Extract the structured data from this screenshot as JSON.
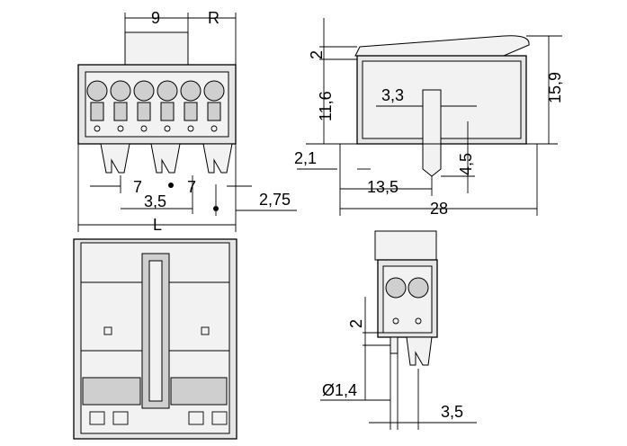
{
  "dimensions": {
    "front_pitch": "9",
    "front_r": "R",
    "front_left_7": "7",
    "front_3_5": "3,5",
    "front_right_7": "7",
    "front_2_75": "2,75",
    "front_length": "L",
    "side_2": "2",
    "side_11_6": "11,6",
    "side_3_3": "3,3",
    "side_15_9": "15,9",
    "side_2_1": "2,1",
    "side_4_5": "4,5",
    "side_13_5": "13,5",
    "side_28": "28",
    "end_2": "2",
    "end_pin_dia": "Ø1,4",
    "end_3_5": "3,5"
  }
}
